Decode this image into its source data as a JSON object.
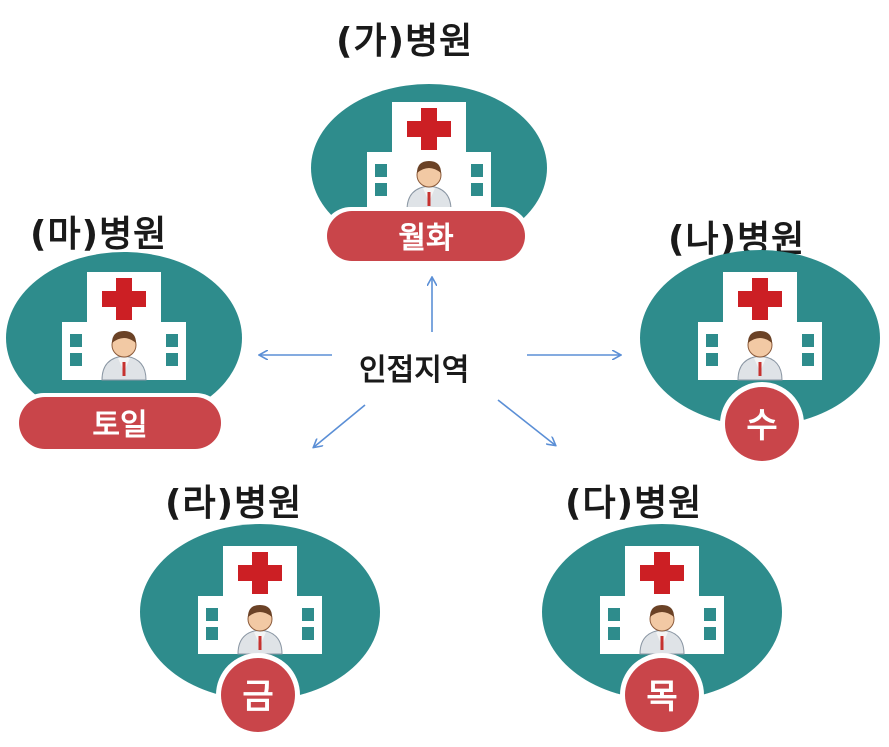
{
  "center_label": "인접지역",
  "hospitals": [
    {
      "id": "ga",
      "title": "(가)병원",
      "days": "월화"
    },
    {
      "id": "na",
      "title": "(나)병원",
      "days": "수"
    },
    {
      "id": "da",
      "title": "(다)병원",
      "days": "목"
    },
    {
      "id": "ra",
      "title": "(라)병원",
      "days": "금"
    },
    {
      "id": "ma",
      "title": "(마)병원",
      "days": "토일"
    }
  ],
  "colors": {
    "circle": "#2e8c8c",
    "cross": "#cc1f24",
    "badge": "#c9454a",
    "arrow": "#5b8fd6"
  }
}
